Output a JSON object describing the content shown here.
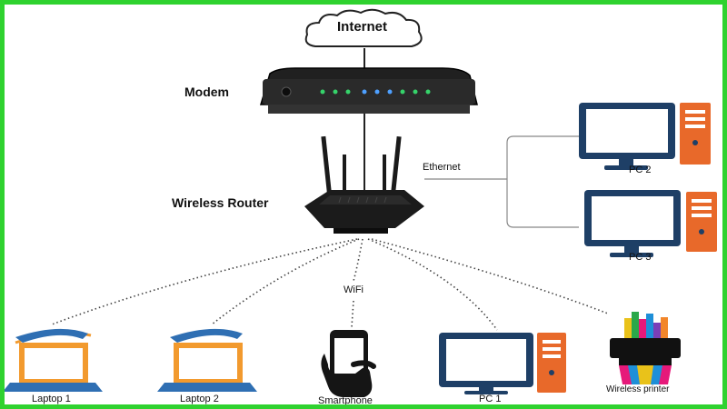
{
  "diagram": {
    "nodes": {
      "internet": "Internet",
      "modem": "Modem",
      "router": "Wireless Router",
      "pc2": "PC 2",
      "pc3": "PC 3",
      "laptop1": "Laptop 1",
      "laptop2": "Laptop 2",
      "smartphone": "Smartphone",
      "pc1": "PC 1",
      "printer": "Wireless printer"
    },
    "links": {
      "ethernet": "Ethernet",
      "wifi": "WiFi"
    }
  },
  "colors": {
    "border": "#2fd22f",
    "device_dark": "#111111",
    "monitor_blue": "#1e3f66",
    "tower_orange": "#e8692a",
    "laptop_blue": "#2f6fb3",
    "laptop_orange": "#f29a2e"
  }
}
